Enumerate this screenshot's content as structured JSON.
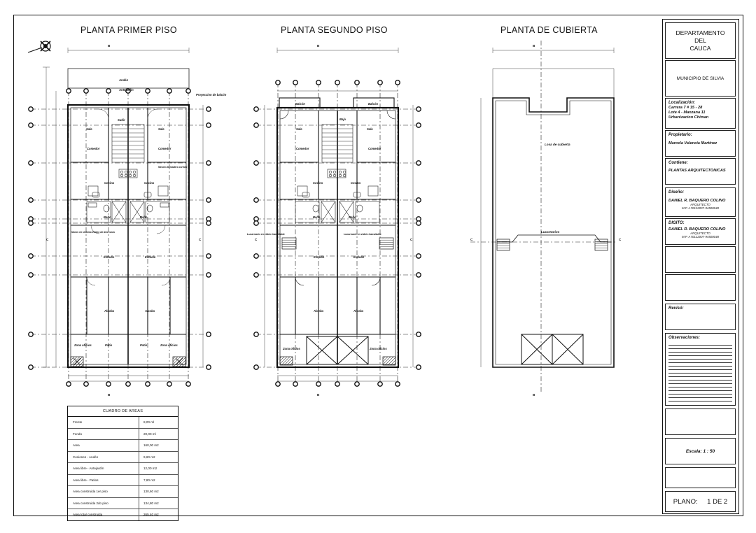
{
  "titles": {
    "first_floor": "PLANTA PRIMER PISO",
    "second_floor": "PLANTA SEGUNDO PISO",
    "roof": "PLANTA DE CUBIERTA"
  },
  "section_marks": {
    "bb": "B",
    "cc": "C"
  },
  "first_floor_rooms": {
    "anden": "Andén",
    "antejardin": "Antejardín",
    "balcony_projection": "Proyeccion de balcón",
    "sala_left": "Sala",
    "sala_right": "Sala",
    "subir": "Subir",
    "comedor_left": "Comedor",
    "comedor_right": "Comedor",
    "meson_note": "Mesón de madera corrido",
    "cocina_left": "Cocina",
    "cocina_right": "Cocina",
    "bano_left": "Baño",
    "bano_right": "Baño",
    "wall_note": "Muros en sistema liviano de dos caras",
    "estudio_left": "Estudio",
    "estudio_right": "Estudio",
    "alcoba_left": "Alcoba",
    "alcoba_right": "Alcoba",
    "zona_oficios_left": "Zona oficios",
    "patio_left": "Patio",
    "patio_right": "Patio",
    "zona_oficios_right": "Zona oficios"
  },
  "second_floor_rooms": {
    "balcon_left": "Balcón",
    "balcon_right": "Balcón",
    "sala_left": "Sala",
    "baja": "Baja",
    "sala_right": "Sala",
    "comedor_left": "Comedor",
    "comedor_right": "Comedor",
    "cocina_left": "Cocina",
    "cocina_right": "Cocina",
    "bano_left": "Baño",
    "bano_right": "Baño",
    "lucarna_left": "Lucarnario en vidrio transitable",
    "lucarna_right": "Lucarnario en vidrio transitable",
    "estudio_left": "Estudio",
    "estudio_right": "Estudio",
    "alcoba_left": "Alcoba",
    "alcoba_right": "Alcoba",
    "zona_oficios_left": "Zona oficios",
    "zona_oficios_right": "Zona oficios"
  },
  "roof_labels": {
    "losa": "Losa de cubierta",
    "lucarnarios": "Lucarnarios"
  },
  "areas_table": {
    "title": "CUADRO DE AREAS",
    "rows": [
      {
        "label": "Frente",
        "value": "8,00 ml"
      },
      {
        "label": "Fondo",
        "value": "20,00 ml"
      },
      {
        "label": "Area",
        "value": "160,00 m2"
      },
      {
        "label": "Cesiones - Andén",
        "value": "9,60 m2"
      },
      {
        "label": "Area libre - Antejardín",
        "value": "12,00 m2"
      },
      {
        "label": "Area libre - Patios",
        "value": "7,80 m2"
      },
      {
        "label": "Area construida 1er piso",
        "value": "130,60 m2"
      },
      {
        "label": "Area construida 2do piso",
        "value": "134,80 m2"
      },
      {
        "label": "Area total construida",
        "value": "265,40 m2"
      }
    ]
  },
  "title_block": {
    "dept_line1": "DEPARTAMENTO",
    "dept_line2": "DEL",
    "dept_line3": "CAUCA",
    "municipio": "MUNICIPIO DE SILVIA",
    "localizacion_label": "Localización:",
    "localizacion_1": "Carrera 7 # 15 - 28",
    "localizacion_2": "Lote 4 - Manzana 11",
    "localizacion_3": "Urbanizacion Chiman",
    "propietario_label": "Propietario:",
    "propietario": "Marcela Valencia Martinez",
    "contiene_label": "Contiene:",
    "contiene": "PLANTAS ARQUITECTONICAS",
    "diseno_label": "Diseño:",
    "diseno_name": "DANIEL R. BAQUERO COLINO",
    "diseno_title": "ARQUITECTO",
    "diseno_mp": "M.P. A70122007-94500048",
    "digito_label": "DIGITO:",
    "digito_name": "DANIEL R. BAQUERO COLINO",
    "digito_title": "ARQUITECTO",
    "digito_mp": "M.P. A70122007-94500048",
    "reviso_label": "Revisó:",
    "observaciones_label": "Observaciones:",
    "escala": "Escala:  1 : 50",
    "plano_label": "PLANO:",
    "plano_value": "1 DE 2"
  }
}
